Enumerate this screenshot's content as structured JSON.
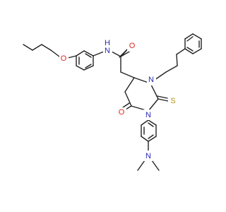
{
  "colors": {
    "bond": "#222222",
    "carbon": "#222222",
    "nitrogen": "#2a2ab4",
    "oxygen": "#e0241c",
    "sulfur": "#b09010",
    "background": "#ffffff"
  },
  "labels": {
    "amide_N": "N",
    "amide_H": "H",
    "carbonyl_O": "O",
    "ether_O": "O",
    "ring_O": "O",
    "ring_N3": "N",
    "ring_N1": "N",
    "thione_S": "S",
    "dimethylamino_N": "N"
  }
}
